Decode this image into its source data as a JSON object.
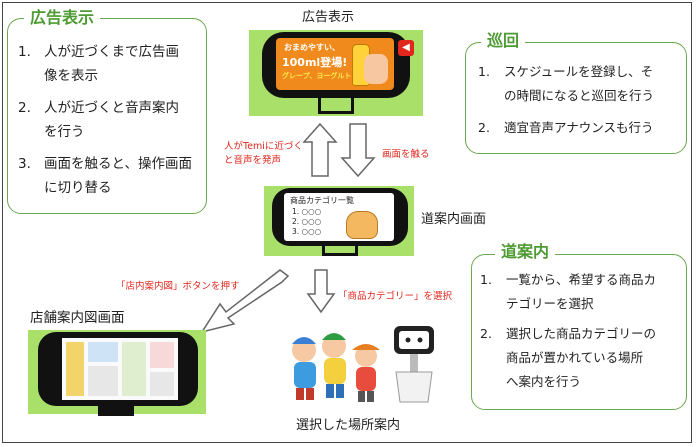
{
  "panels": {
    "ad": {
      "title": "広告表示",
      "items": [
        {
          "num": "1.",
          "lines": [
            "人が近づくまで広告画",
            "像を表示"
          ]
        },
        {
          "num": "2.",
          "lines": [
            "人が近づくと音声案内",
            "を行う"
          ]
        },
        {
          "num": "3.",
          "lines": [
            "画面を触ると、操作画面",
            "に切り替る"
          ]
        }
      ]
    },
    "patrol": {
      "title": "巡回",
      "items": [
        {
          "num": "1.",
          "lines": [
            "スケジュールを登録し、そ",
            "の時間になると巡回を行う"
          ]
        },
        {
          "num": "2.",
          "lines": [
            "適宜音声アナウンスも行う"
          ]
        }
      ]
    },
    "guide": {
      "title": "道案内",
      "items": [
        {
          "num": "1.",
          "lines": [
            "一覧から、希望する商品カ",
            "テゴリーを選択"
          ]
        },
        {
          "num": "2.",
          "lines": [
            "選択した商品カテゴリーの",
            "商品が置かれている場所",
            "へ案内を行う"
          ]
        }
      ]
    }
  },
  "screens": {
    "ad_screen_label": "広告表示",
    "ad_banner_line1": "おまめやすい、",
    "ad_banner_line2": "100ml登場!",
    "ad_banner_line3": "グレープ、ヨーグルト",
    "nav_screen_label": "道案内画面",
    "category_list_title": "商品カテゴリ一覧",
    "category_rows": [
      "1.  ○○○",
      "2.  ○○○",
      "3.  ○○○"
    ],
    "store_map_label": "店舗案内図画面",
    "destination_label": "選択した場所案内"
  },
  "annotations": {
    "approach": [
      "人がTemiに近づく",
      "と音声を発声"
    ],
    "touch": "画面を触る",
    "map_button": "「店内案内図」ボタンを押す",
    "select_category": "「商品カテゴリー」を選択"
  },
  "colors": {
    "accent_green": "#4e9a33",
    "border_green": "#6aa84f",
    "screen_bg_green": "#a8e06a",
    "annotation_red": "#e0261d"
  }
}
